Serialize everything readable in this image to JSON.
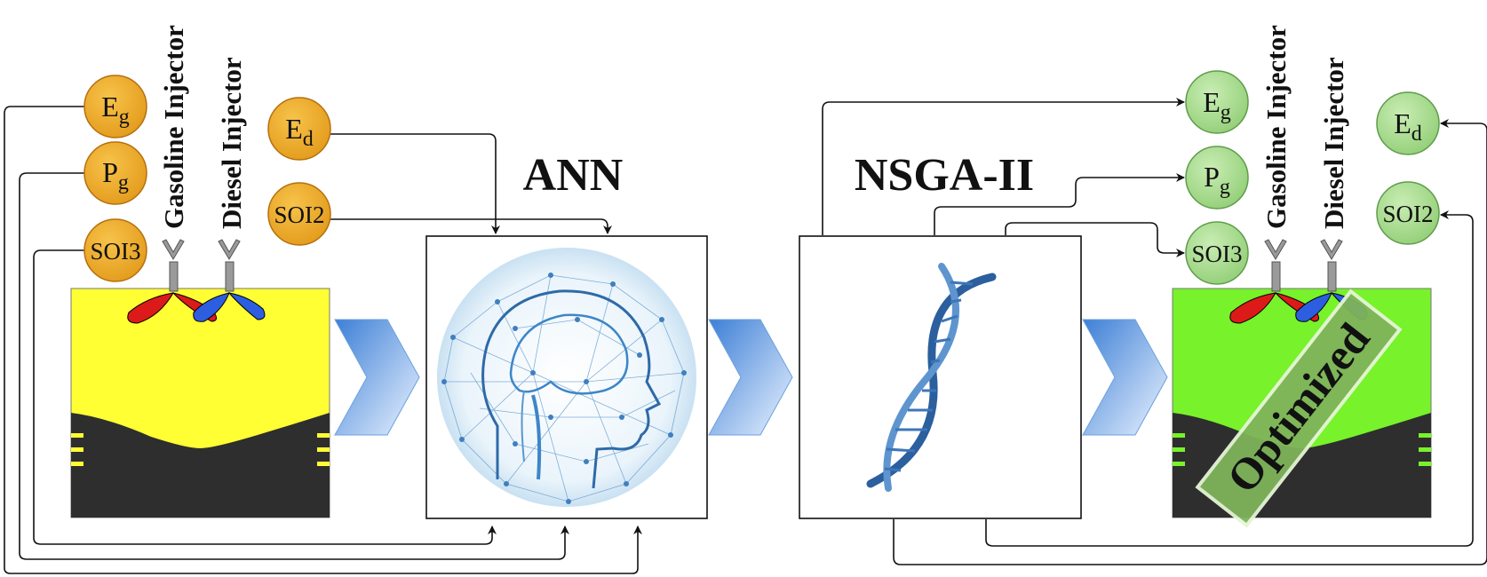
{
  "colors": {
    "input_circle": "#f0a82a",
    "input_circle_stroke": "#b5700e",
    "output_circle": "#a9dc8e",
    "output_circle_stroke": "#5f9c4a",
    "engine_bg_baseline": "#ffff33",
    "engine_bg_optimized": "#77f22b",
    "piston": "#2e2e2e",
    "spray_red": "#dd1a1a",
    "spray_blue": "#2d5ee0",
    "arrow_blue": "#4f8fe0",
    "stamp_green": "#7fb35b"
  },
  "labels": {
    "ann": "ANN",
    "nsga": "NSGA-II",
    "gasoline_injector": "Gasoline Injector",
    "diesel_injector": "Diesel Injector",
    "optimized": "Optimized"
  },
  "inputs": {
    "eg": {
      "base": "E",
      "sub": "g"
    },
    "pg": {
      "base": "P",
      "sub": "g"
    },
    "soi3": "SOI3",
    "ed": {
      "base": "E",
      "sub": "d"
    },
    "soi2": "SOI2"
  },
  "outputs": {
    "eg": {
      "base": "E",
      "sub": "g"
    },
    "pg": {
      "base": "P",
      "sub": "g"
    },
    "soi3": "SOI3",
    "ed": {
      "base": "E",
      "sub": "d"
    },
    "soi2": "SOI2"
  },
  "icons": [
    "brain-network-icon",
    "dna-helix-icon",
    "chevron-right-icon"
  ]
}
